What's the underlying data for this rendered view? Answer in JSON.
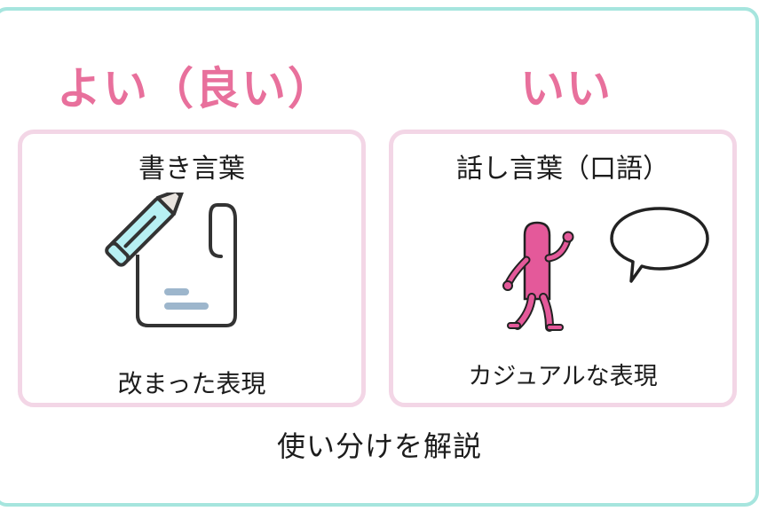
{
  "colors": {
    "accent": "#e8709c",
    "frame": "#a6e5de",
    "card_border": "#f3d6e6",
    "figure": "#e4599a",
    "pencil": "#b7f0f3",
    "paper_lines": "#9db6cc"
  },
  "left": {
    "heading": "よい（良い）",
    "card_title": "書き言葉",
    "description": "改まった表現",
    "icon": "pencil-paper-icon"
  },
  "right": {
    "heading": "いい",
    "card_title": "話し言葉（口語）",
    "description": "カジュアルな表現",
    "icon": "walking-person-speech-bubble-icon"
  },
  "footer": "使い分けを解説"
}
